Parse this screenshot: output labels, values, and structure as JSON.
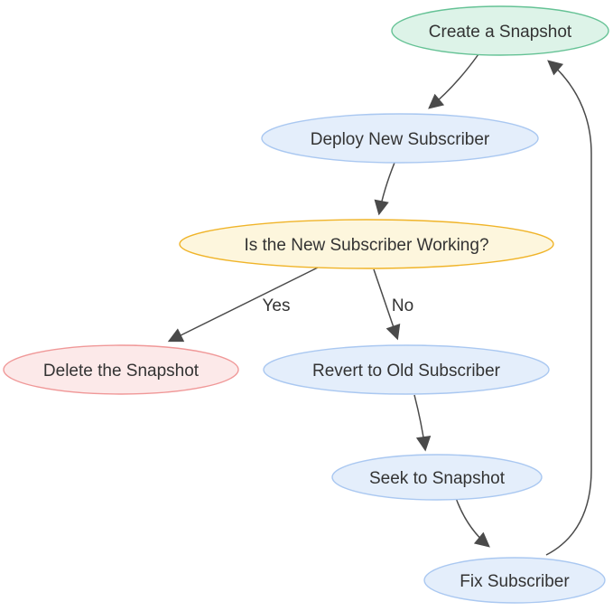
{
  "diagram": {
    "type": "flowchart",
    "background": "#ffffff",
    "edge_color": "#4a4a4a",
    "text_color": "#333333",
    "nodes": [
      {
        "id": "create-snapshot",
        "label": "Create a Snapshot",
        "shape": "ellipse",
        "fill": "#ddf3e8",
        "stroke": "#65c295"
      },
      {
        "id": "deploy-new-subscriber",
        "label": "Deploy New Subscriber",
        "shape": "ellipse",
        "fill": "#e4eefb",
        "stroke": "#aac8f1"
      },
      {
        "id": "is-new-subscriber-working",
        "label": "Is the New Subscriber Working?",
        "shape": "ellipse",
        "fill": "#fdf6dd",
        "stroke": "#f0b429"
      },
      {
        "id": "delete-snapshot",
        "label": "Delete the Snapshot",
        "shape": "ellipse",
        "fill": "#fce9e9",
        "stroke": "#f09898"
      },
      {
        "id": "revert-to-old-subscriber",
        "label": "Revert to Old Subscriber",
        "shape": "ellipse",
        "fill": "#e4eefb",
        "stroke": "#aac8f1"
      },
      {
        "id": "seek-to-snapshot",
        "label": "Seek to Snapshot",
        "shape": "ellipse",
        "fill": "#e4eefb",
        "stroke": "#aac8f1"
      },
      {
        "id": "fix-subscriber",
        "label": "Fix Subscriber",
        "shape": "ellipse",
        "fill": "#e4eefb",
        "stroke": "#aac8f1"
      }
    ],
    "edges": [
      {
        "from": "create-snapshot",
        "to": "deploy-new-subscriber",
        "label": ""
      },
      {
        "from": "deploy-new-subscriber",
        "to": "is-new-subscriber-working",
        "label": ""
      },
      {
        "from": "is-new-subscriber-working",
        "to": "delete-snapshot",
        "label": "Yes"
      },
      {
        "from": "is-new-subscriber-working",
        "to": "revert-to-old-subscriber",
        "label": "No"
      },
      {
        "from": "revert-to-old-subscriber",
        "to": "seek-to-snapshot",
        "label": ""
      },
      {
        "from": "seek-to-snapshot",
        "to": "fix-subscriber",
        "label": ""
      },
      {
        "from": "fix-subscriber",
        "to": "create-snapshot",
        "label": ""
      }
    ]
  }
}
